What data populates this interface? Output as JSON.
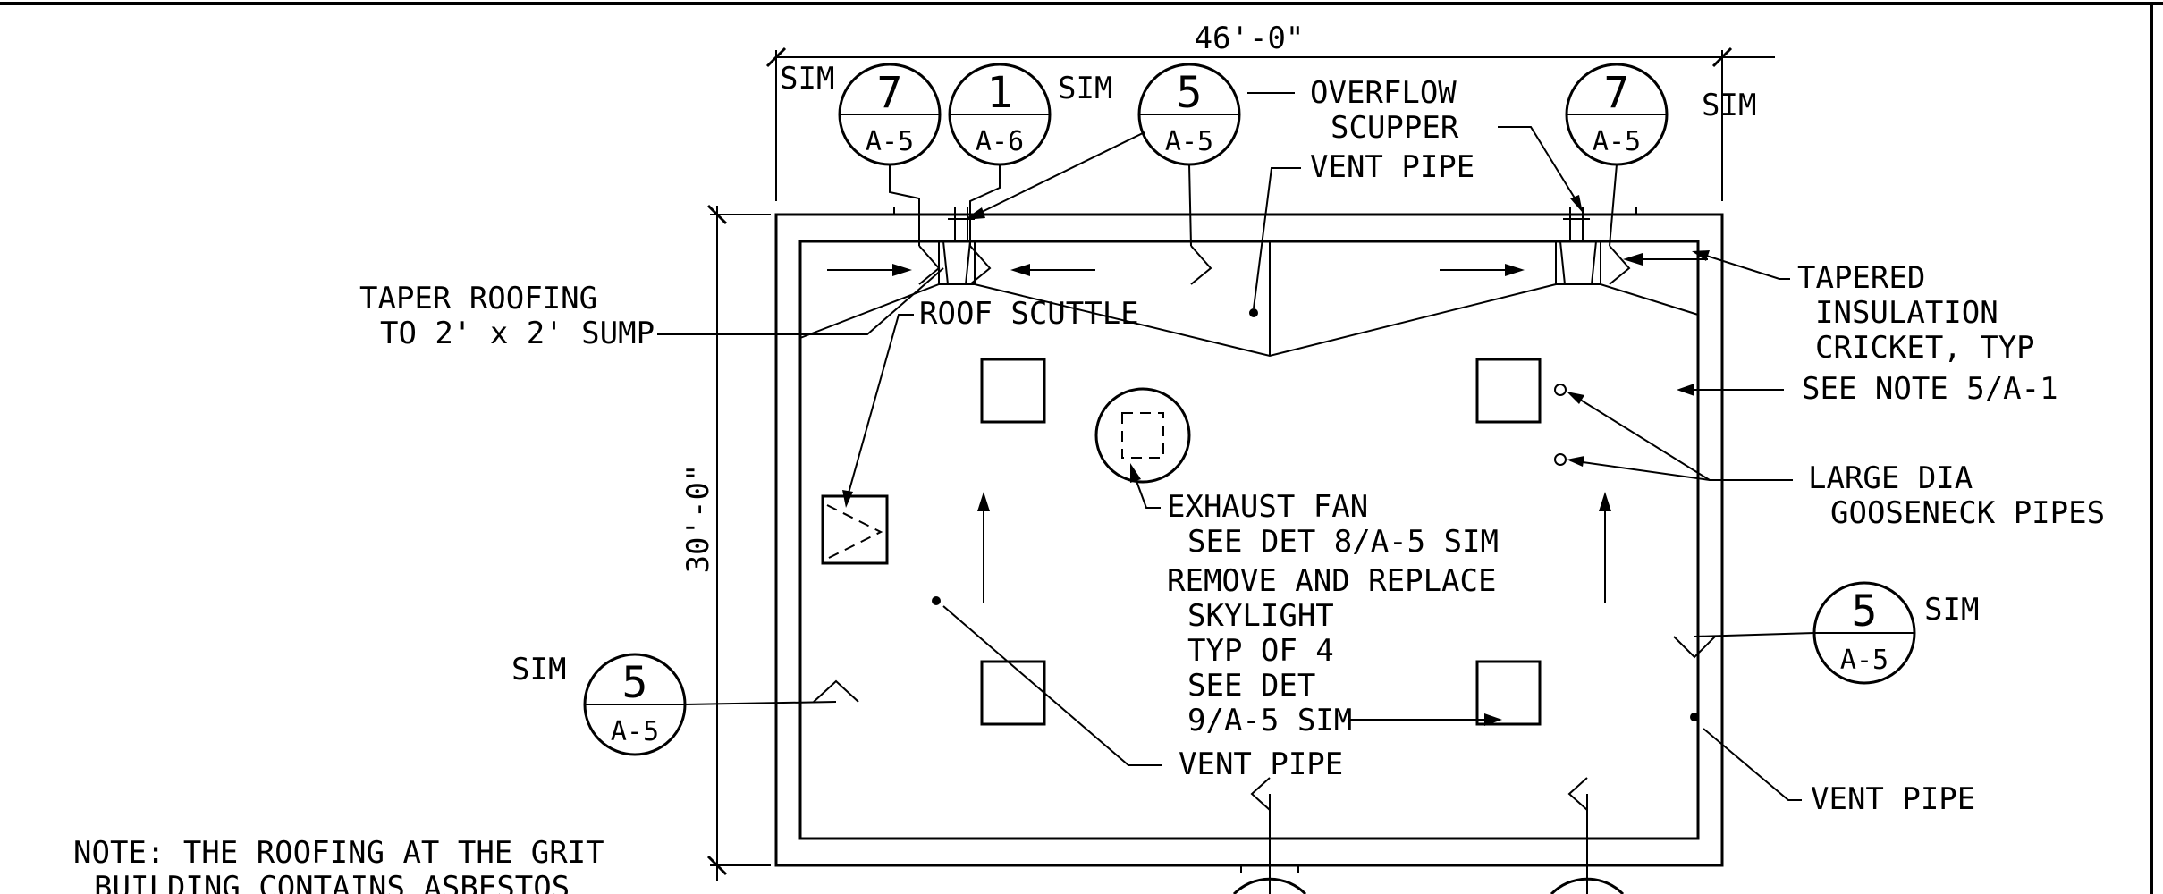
{
  "dimensions": {
    "width": "46'-0\"",
    "height": "30'-0\""
  },
  "labels": {
    "overflow_scupper_1": "OVERFLOW",
    "overflow_scupper_2": "SCUPPER",
    "vent_pipe_top": "VENT PIPE",
    "tapered_cricket_1": "TAPERED",
    "tapered_cricket_2": "INSULATION",
    "tapered_cricket_3": "CRICKET, TYP",
    "taper_roofing_1": "TAPER ROOFING",
    "taper_roofing_2": "TO 2' x 2' SUMP",
    "roof_scuttle": "ROOF SCUTTLE",
    "see_note": "SEE NOTE 5/A-1",
    "gooseneck_1": "LARGE DIA",
    "gooseneck_2": "GOOSENECK PIPES",
    "exhaust_1": "EXHAUST FAN",
    "exhaust_2": "SEE DET 8/A-5 SIM",
    "skylight_1": "REMOVE AND REPLACE",
    "skylight_2": "SKYLIGHT",
    "skylight_3": "TYP OF 4",
    "skylight_4": "SEE DET",
    "skylight_5": "9/A-5 SIM",
    "vent_pipe_center": "VENT PIPE",
    "vent_pipe_right": "VENT PIPE",
    "sim_top_left": "SIM",
    "sim_top_mid": "SIM",
    "sim_top_right": "SIM",
    "sim_right": "SIM",
    "sim_left": "SIM",
    "note_1": "NOTE: THE ROOFING AT THE GRIT",
    "note_2": "BUILDING CONTAINS ASBESTOS"
  },
  "detail_bubbles": [
    {
      "id": "b1",
      "number": "7",
      "sheet": "A-5"
    },
    {
      "id": "b2",
      "number": "1",
      "sheet": "A-6"
    },
    {
      "id": "b3",
      "number": "5",
      "sheet": "A-5"
    },
    {
      "id": "b4",
      "number": "7",
      "sheet": "A-5"
    },
    {
      "id": "b5",
      "number": "5",
      "sheet": "A-5"
    },
    {
      "id": "b6",
      "number": "5",
      "sheet": "A-5"
    }
  ]
}
